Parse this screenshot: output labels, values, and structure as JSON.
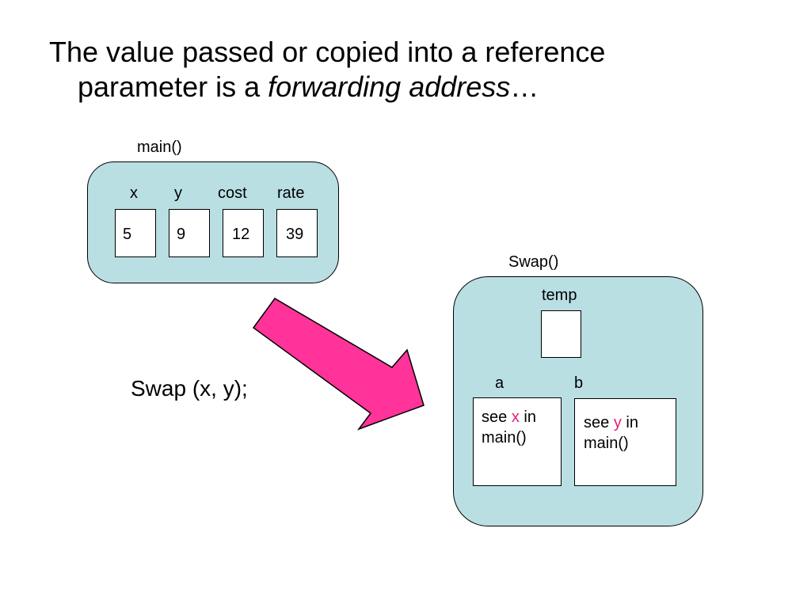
{
  "slide": {
    "title_line1": "The value passed or copied into a reference",
    "title_line2_prefix": "parameter is a ",
    "title_line2_emphasis": "forwarding address",
    "title_line2_suffix": "…"
  },
  "main_frame": {
    "label": "main()",
    "vars": [
      {
        "name": "x",
        "value": "5"
      },
      {
        "name": "y",
        "value": "9"
      },
      {
        "name": "cost",
        "value": "12"
      },
      {
        "name": "rate",
        "value": "39"
      }
    ]
  },
  "call": {
    "text": "Swap (x, y);"
  },
  "swap_frame": {
    "label": "Swap()",
    "temp_label": "temp",
    "params": [
      {
        "name": "a",
        "pre": "see ",
        "target": "x",
        "post": " in",
        "line2": "main()"
      },
      {
        "name": "b",
        "pre": "see ",
        "target": "y",
        "post": " in",
        "line2": "main()"
      }
    ]
  },
  "colors": {
    "frame_fill": "#b9dfe3",
    "arrow_fill": "#ff3399",
    "highlight": "#e8207a"
  }
}
